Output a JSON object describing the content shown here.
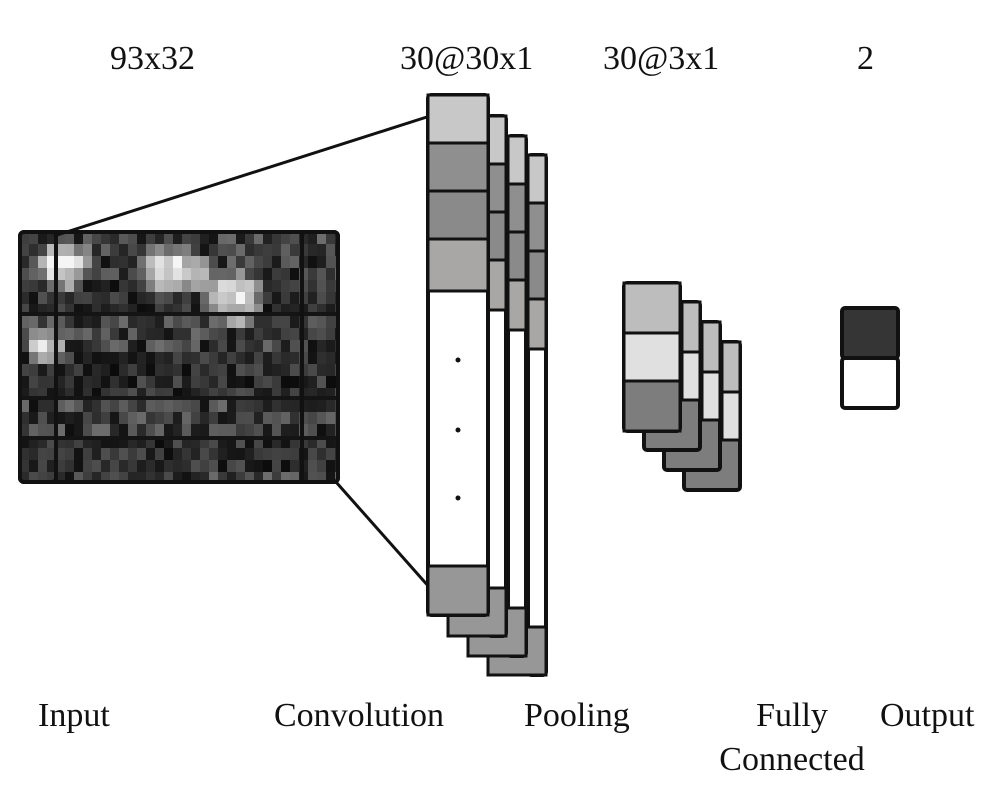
{
  "dimensions": {
    "input": "93x32",
    "convolution": "30@30x1",
    "pooling": "30@3x1",
    "output": "2"
  },
  "stages": {
    "input": "Input",
    "convolution": "Convolution",
    "pooling": "Pooling",
    "fully_connected_line1": "Fully",
    "fully_connected_line2": "Connected",
    "output": "Output"
  },
  "colors": {
    "stroke": "#111111",
    "conv_cell_1": "#c8c8c8",
    "conv_cell_2": "#8f8f8f",
    "conv_cell_3": "#8a8a8a",
    "conv_cell_4": "#a9a6a6",
    "conv_cell_bottom": "#979797",
    "pool_cell_1": "#bdbdbd",
    "pool_cell_2": "#e0e0e0",
    "pool_cell_3": "#7d7d7d",
    "out_cell_1": "#353535",
    "out_cell_2": "#ffffff"
  }
}
